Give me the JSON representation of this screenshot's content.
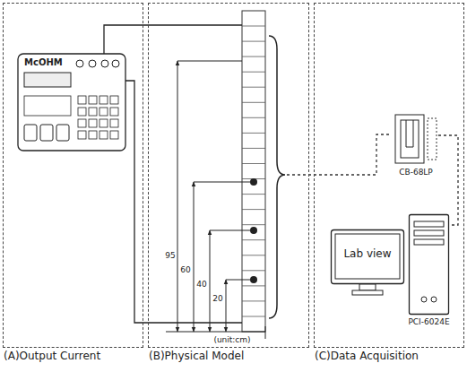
{
  "diagram": {
    "nodes": [
      {
        "text": [
          "(A)Output Current"
        ]
      },
      {
        "text": [
          "McOHM"
        ],
        "in": 0
      },
      {
        "text": [
          "(B)Physical Model"
        ]
      },
      {
        "text": [
          "(C)Data Acquisition"
        ]
      },
      {
        "text": [
          "CB-68LP"
        ],
        "in": 3
      },
      {
        "text": [
          "Lab view"
        ],
        "in": 3
      },
      {
        "text": [
          "PCI-6024E"
        ],
        "in": 3
      }
    ],
    "edges": [
      {
        "from": 4,
        "to": 6,
        "arrow": "none"
      }
    ],
    "labels": [
      "95",
      "60",
      "40",
      "20",
      "(unit:cm)"
    ]
  }
}
